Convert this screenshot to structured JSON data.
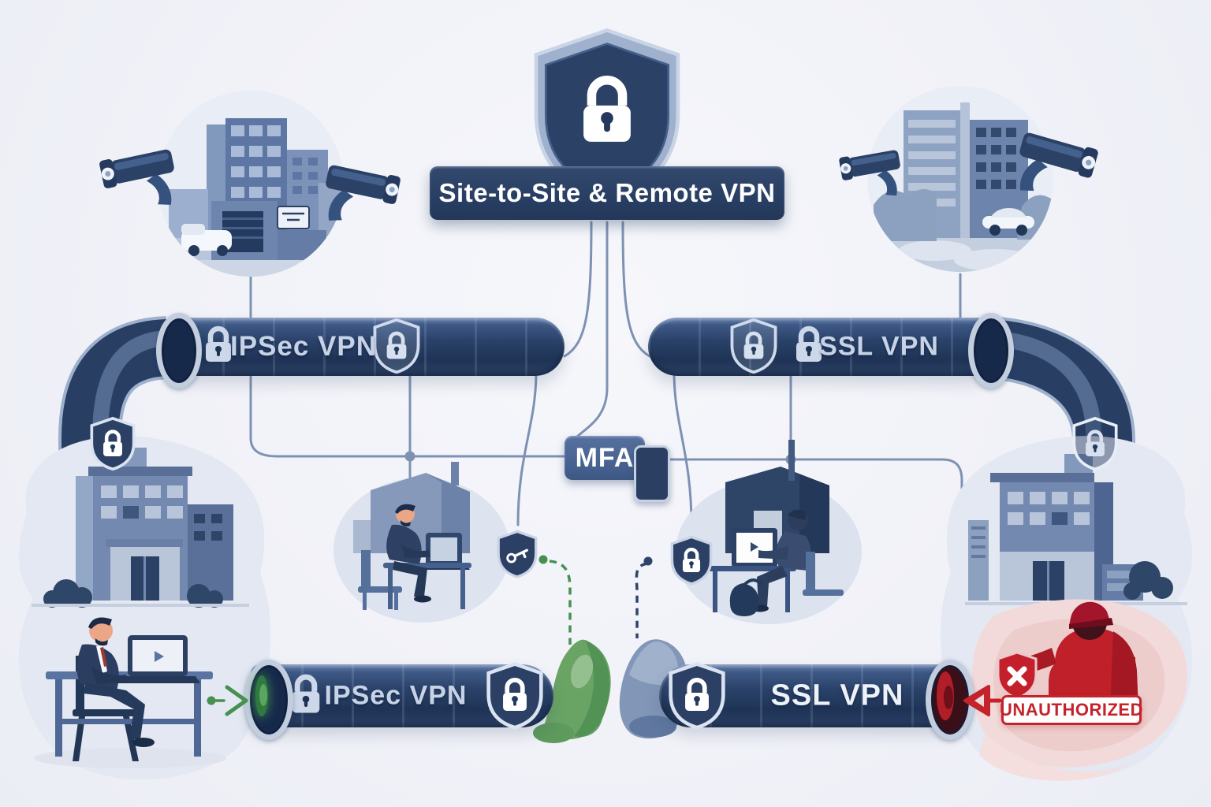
{
  "diagram_title": "Site-to-Site & Remote VPN",
  "banner": {
    "label": "Site-to-Site & Remote VPN"
  },
  "tunnels": {
    "top_left": {
      "label": "IPSec VPN",
      "status": "encrypted"
    },
    "top_right": {
      "label": "SSL VPN",
      "status": "encrypted"
    },
    "bottom_left": {
      "label": "IPSec VPN",
      "status": "access-granted"
    },
    "bottom_right": {
      "label": "SSL VPN",
      "status": "access-blocked"
    }
  },
  "mfa": {
    "label": "MFA"
  },
  "alerts": {
    "unauthorized": {
      "label": "UNAUTHORIZED"
    }
  },
  "icons": [
    "shield-lock-icon",
    "padlock-icon",
    "cctv-camera-icon",
    "smartphone-mfa-icon",
    "key-shield-icon",
    "x-shield-icon",
    "green-arrow-icon",
    "red-arrow-icon",
    "building-icon",
    "remote-worker-icon",
    "attacker-icon"
  ],
  "colors": {
    "background": "#f1f2f8",
    "navy": "#2b4064",
    "steel_line": "#7d92b3",
    "slate": "#4e689a",
    "light_rim": "#c2cede",
    "green": "#469050",
    "red": "#c4232b",
    "pink": "#f2dada",
    "label_light": "#c6d2e6"
  }
}
